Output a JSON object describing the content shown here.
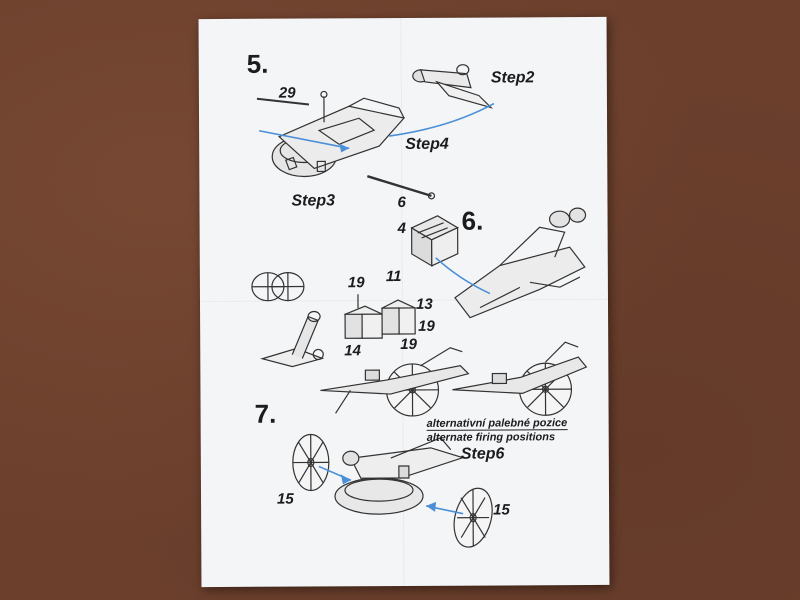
{
  "sheet": {
    "steps": {
      "s5": "5.",
      "s6": "6.",
      "s7": "7."
    },
    "step_labels": {
      "step2": "Step2",
      "step4": "Step4",
      "step3": "Step3",
      "step6": "Step6"
    },
    "parts": {
      "p29": "29",
      "p6": "6",
      "p4": "4",
      "p19a": "19",
      "p11": "11",
      "p13": "13",
      "p19b": "19",
      "p14": "14",
      "p19c": "19",
      "p15a": "15",
      "p15b": "15"
    },
    "caption": {
      "czech": "alternativní palebné pozice",
      "english": "alternate firing positions"
    }
  },
  "colors": {
    "background": "#6b3f2c",
    "paper": "#f3f5f7",
    "ink": "#1c1c1c",
    "arrow": "#4a8fd8"
  }
}
